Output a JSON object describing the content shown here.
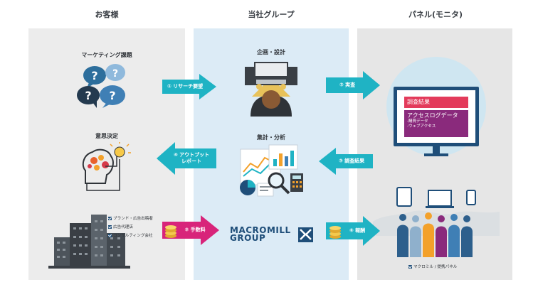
{
  "columns": {
    "customer": "お客様",
    "group": "当社グループ",
    "panel": "パネル(モニタ)"
  },
  "customer": {
    "marketing_issue": "マーケティング課題",
    "decision": "意思決定",
    "legend": [
      "ブランド・広告出稿者",
      "広告代理店",
      "コンサルティング会社"
    ]
  },
  "group": {
    "planning": "企画・設計",
    "analysis": "集計・分析",
    "logo_line1": "MACROMILL",
    "logo_line2": "GROUP"
  },
  "panel_side": {
    "screen_title": "調査結果",
    "screen_main": "アクセスログデータ",
    "screen_sub1": "-購買データ",
    "screen_sub2": "-ウェブアクセス",
    "legend": "マクロミル / 提携パネル"
  },
  "arrows": {
    "a1": "① リサーチ要望",
    "a2": "② 実査",
    "a3": "③ 調査結果",
    "a4_line1": "④ アウトプット",
    "a4_line2": "レポート",
    "a5": "⑤ 手数料",
    "a6": "⑥ 報酬"
  },
  "colors": {
    "arrow": "#1fb3c4",
    "arrow_pink": "#d8247a",
    "panel_left": "#ececec",
    "panel_mid": "#dcebf6",
    "panel_right": "#e6e6e6",
    "circle": "#cfe6f1",
    "screen_red": "#e33b5b",
    "screen_purple": "#8a2a7c",
    "monitor": "#1f4e79",
    "logo": "#1f4e79"
  }
}
